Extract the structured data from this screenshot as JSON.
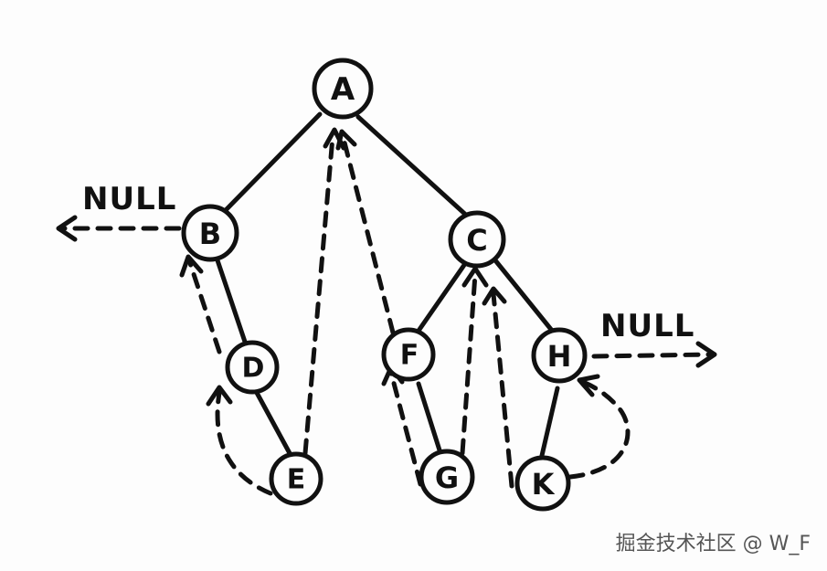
{
  "nodes": {
    "A": "A",
    "B": "B",
    "C": "C",
    "D": "D",
    "E": "E",
    "F": "F",
    "G": "G",
    "H": "H",
    "K": "K"
  },
  "null_left": "NULL",
  "null_right": "NULL",
  "watermark": "掘金技术社区 @ W_F"
}
